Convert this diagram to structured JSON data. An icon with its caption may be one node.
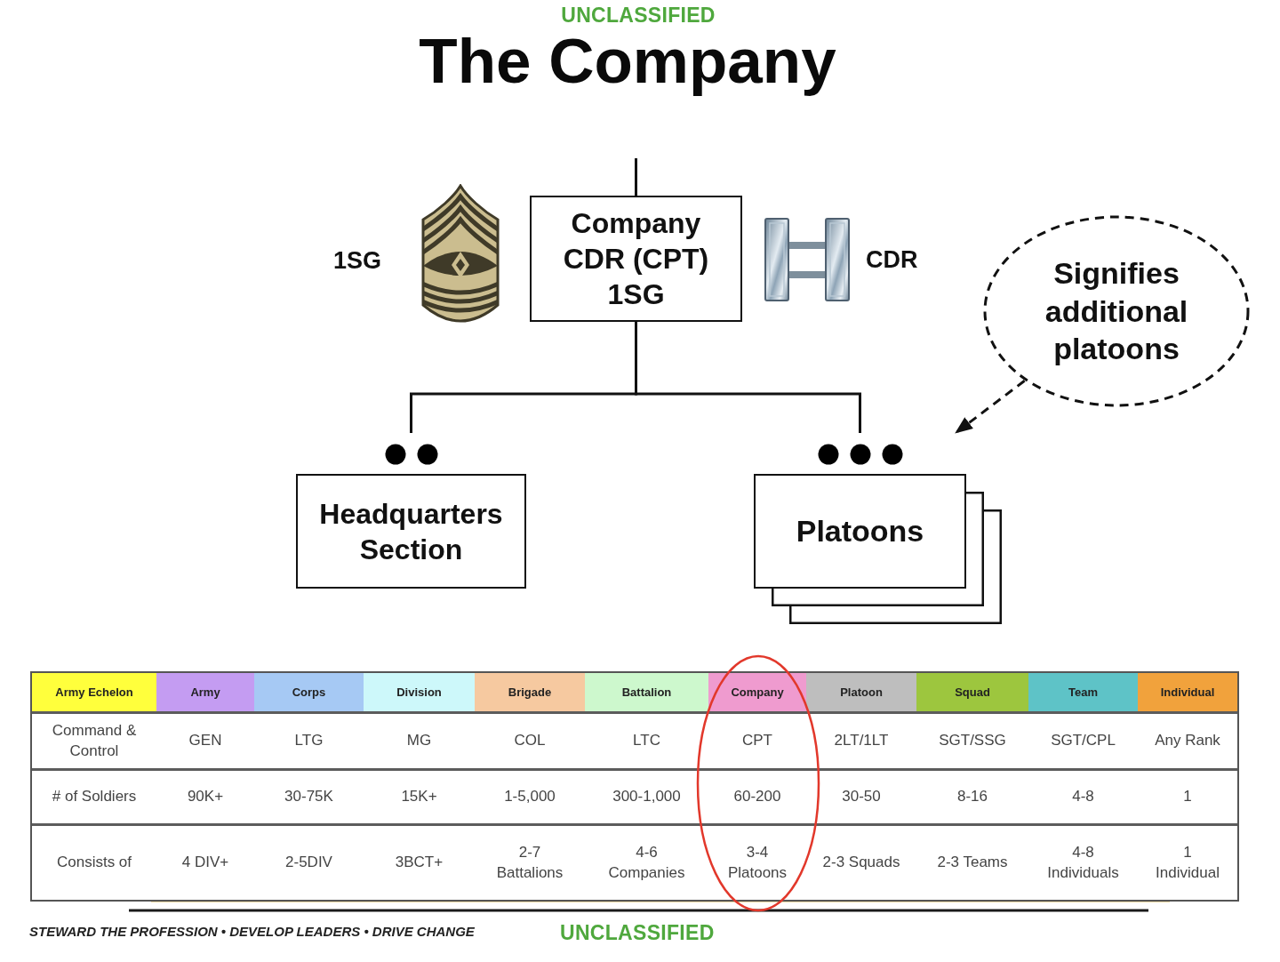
{
  "diagram": {
    "title": "The Company",
    "nodes": [
      {
        "text": [
          "Company CDR (CPT) 1SG"
        ]
      },
      {
        "text": [
          "Headquarters Section"
        ]
      },
      {
        "text": [
          "Platoons"
        ]
      },
      {
        "text": [
          "Signifies additional platoons"
        ]
      }
    ],
    "edges": [
      {
        "from": null,
        "to": 0,
        "arrow": "none"
      },
      {
        "from": 0,
        "to": 1,
        "arrow": "none"
      },
      {
        "from": 0,
        "to": 2,
        "arrow": "none"
      },
      {
        "from": 3,
        "to": 2,
        "arrow": "to",
        "style": "dashed"
      }
    ],
    "labels": [
      "UNCLASSIFIED",
      "1SG",
      "CDR",
      "Army Echelon",
      "Army",
      "Corps",
      "Division",
      "Brigade",
      "Battalion",
      "Company",
      "Platoon",
      "Squad",
      "Team",
      "Individual",
      "Command & Control",
      "GEN",
      "LTG",
      "MG",
      "COL",
      "LTC",
      "CPT",
      "2LT/1LT",
      "SGT/SSG",
      "SGT/CPL",
      "Any Rank",
      "# of Soldiers",
      "90K+",
      "30-75K",
      "15K+",
      "1-5,000",
      "300-1,000",
      "60-200",
      "30-50",
      "8-16",
      "4-8",
      "1",
      "Consists of",
      "4 DIV+",
      "2-5DIV",
      "3BCT+",
      "2-7 Battalions",
      "4-6 Companies",
      "3-4 Platoons",
      "2-3 Squads",
      "2-3 Teams",
      "4-8 Individuals",
      "1 Individual",
      "STEWARD THE PROFESSION • DEVELOP LEADERS • DRIVE CHANGE",
      "UNCLASSIFIED"
    ]
  }
}
